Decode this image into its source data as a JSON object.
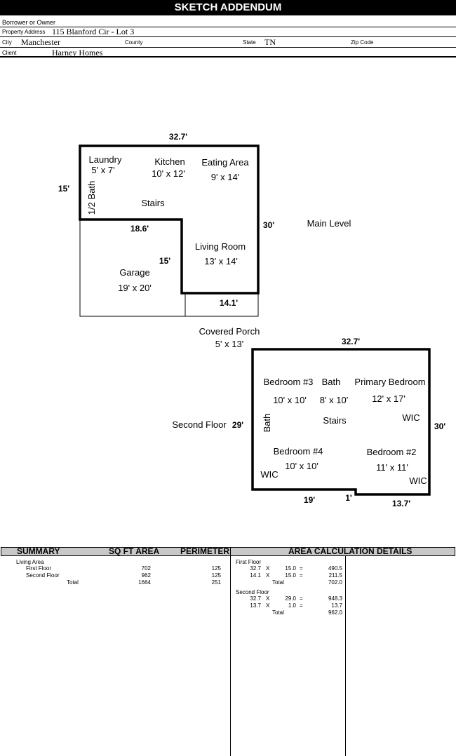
{
  "title": "SKETCH ADDENDUM",
  "header": {
    "borrower_label": "Borrower or Owner",
    "borrower_value": "",
    "address_label": "Property Address",
    "address_value": "115 Blanford Cir - Lot 3",
    "city_label": "City",
    "city_value": "Manchester",
    "county_label": "County",
    "county_value": "",
    "state_label": "State",
    "state_value": "TN",
    "zip_label": "Zip Code",
    "zip_value": "",
    "client_label": "Client",
    "client_value": "Harney Homes"
  },
  "sketch": {
    "main": {
      "dim_top": "32.7'",
      "dim_left": "15'",
      "dim_right": "30'",
      "dim_notch_h": "18.6'",
      "dim_notch_v": "15'",
      "dim_bottom": "14.1'",
      "level_label": "Main Level",
      "rooms": {
        "laundry": "Laundry",
        "laundry_size": "5' x 7'",
        "half_bath": "1/2 Bath",
        "kitchen": "Kitchen",
        "kitchen_size": "10' x 12'",
        "eating": "Eating Area",
        "eating_size": "9' x 14'",
        "stairs": "Stairs",
        "living": "Living Room",
        "living_size": "13' x 14'",
        "garage": "Garage",
        "garage_size": "19' x 20'",
        "porch": "Covered Porch",
        "porch_size": "5' x 13'"
      }
    },
    "second": {
      "dim_top": "32.7'",
      "dim_left": "29'",
      "dim_right": "30'",
      "dim_bottom_left": "19'",
      "dim_step": "1'",
      "dim_bottom_right": "13.7'",
      "level_label": "Second Floor",
      "rooms": {
        "bed3": "Bedroom #3",
        "bed3_size": "10' x 10'",
        "bath": "Bath",
        "bath_size": "8' x 10'",
        "primary": "Primary Bedroom",
        "primary_size": "12' x 17'",
        "wic_primary": "WIC",
        "bath_vertical": "Bath",
        "stairs": "Stairs",
        "bed4": "Bedroom #4",
        "bed4_size": "10' x 10'",
        "wic_bed4": "WIC",
        "bed2": "Bedroom #2",
        "bed2_size": "11' x 11'",
        "wic_bed2": "WIC"
      }
    }
  },
  "summary": {
    "headers": {
      "summary": "SUMMARY",
      "area": "SQ FT AREA",
      "perimeter": "PERIMETER",
      "details": "AREA CALCULATION DETAILS"
    },
    "living_area": "Living Area",
    "rows": [
      {
        "label": "First Floor",
        "area": "702",
        "perimeter": "125"
      },
      {
        "label": "Second Floor",
        "area": "962",
        "perimeter": "125"
      }
    ],
    "total": {
      "label": "Total",
      "area": "1664",
      "perimeter": "251"
    },
    "details": {
      "first": {
        "label": "First Floor",
        "lines": [
          {
            "a": "32.7",
            "op": "X",
            "b": "15.0",
            "eq": "=",
            "r": "490.5"
          },
          {
            "a": "14.1",
            "op": "X",
            "b": "15.0",
            "eq": "=",
            "r": "211.5"
          }
        ],
        "total_label": "Total",
        "total": "702.0"
      },
      "second": {
        "label": "Second Floor",
        "lines": [
          {
            "a": "32.7",
            "op": "X",
            "b": "29.0",
            "eq": "=",
            "r": "948.3"
          },
          {
            "a": "13.7",
            "op": "X",
            "b": "1.0",
            "eq": "=",
            "r": "13.7"
          }
        ],
        "total_label": "Total",
        "total": "962.0"
      }
    }
  }
}
